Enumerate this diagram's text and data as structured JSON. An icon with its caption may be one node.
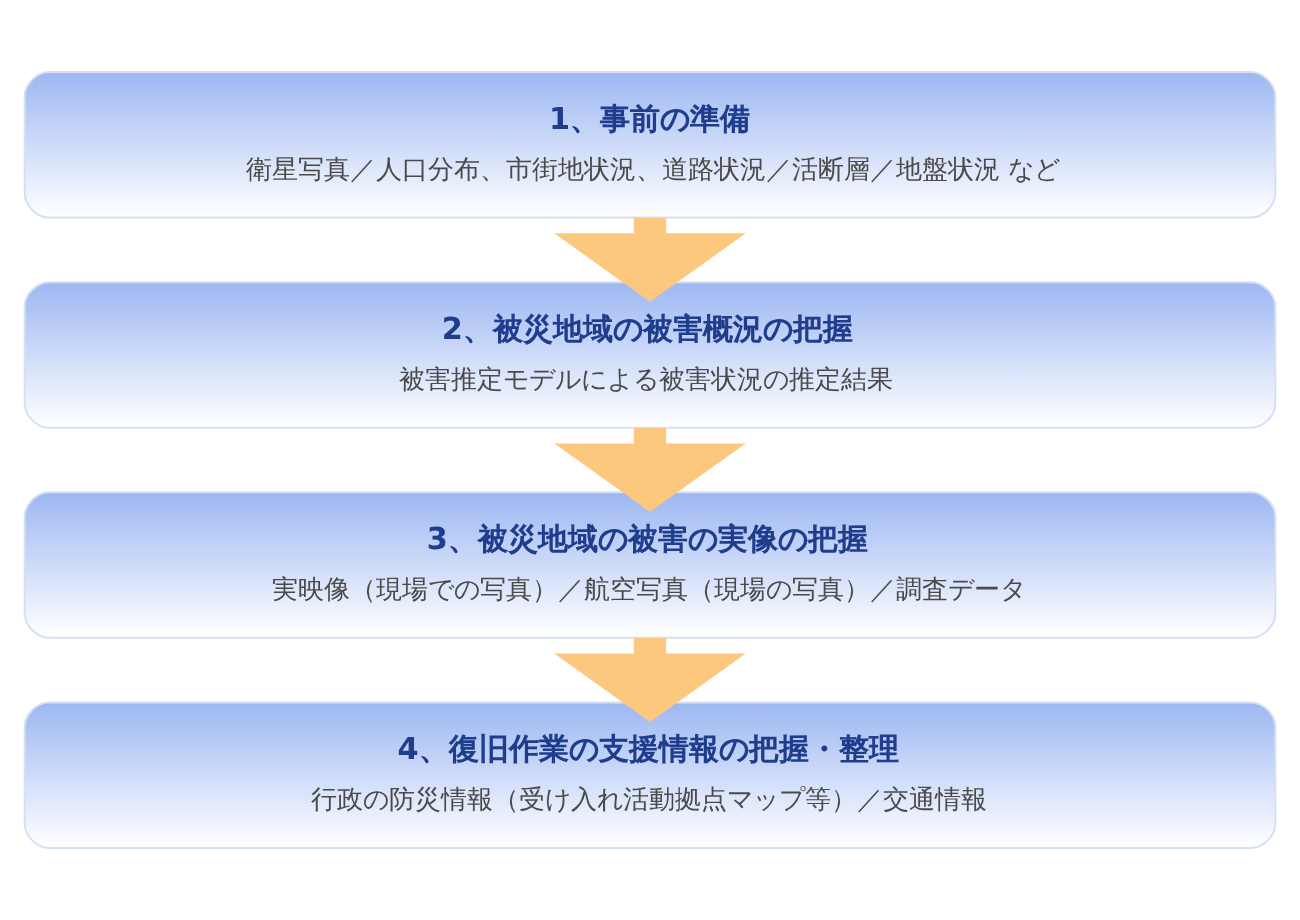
{
  "diagram": {
    "nodes": [
      {
        "text": [
          "1、事前の準備",
          "衛星写真／人口分布、市街地状況、道路状況／活断層／地盤状況 など"
        ]
      },
      {
        "text": [
          "2、被災地域の被害概況の把握",
          "被害推定モデルによる被害状況の推定結果"
        ]
      },
      {
        "text": [
          "3、被災地域の被害の実像の把握",
          "実映像（現場での写真）／航空写真（現場の写真）／調査データ"
        ]
      },
      {
        "text": [
          "4、復旧作業の支援情報の把握・整理",
          "行政の防災情報（受け入れ活動拠点マップ等）／交通情報"
        ]
      }
    ],
    "edges": [
      {
        "from": 0,
        "to": 1,
        "arrow": "to"
      },
      {
        "from": 1,
        "to": 2,
        "arrow": "to"
      },
      {
        "from": 2,
        "to": 3,
        "arrow": "to"
      }
    ]
  }
}
